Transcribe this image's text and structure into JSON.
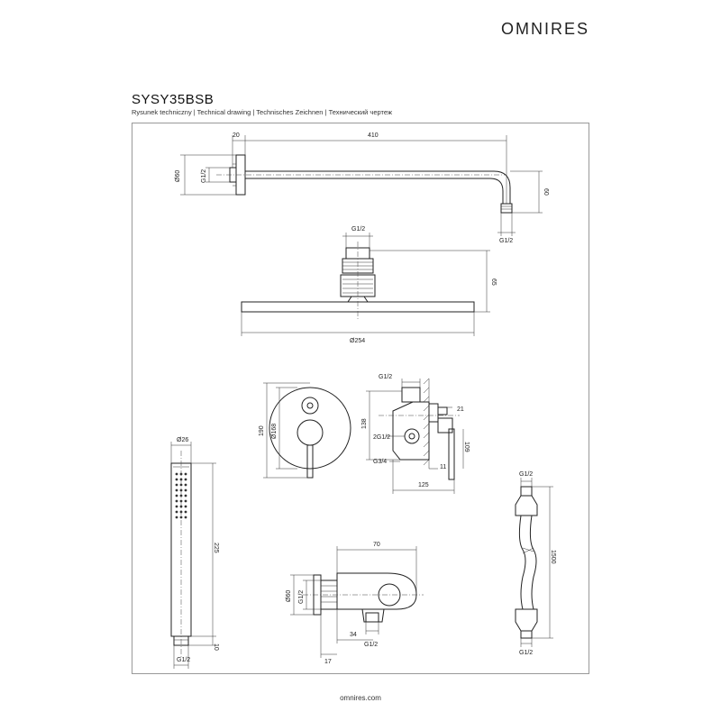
{
  "header": {
    "brand": "OMNIRES",
    "model": "SYSY35BSB",
    "subtitle": "Rysunek techniczny | Technical drawing | Technisches Zeichnen | Технический чертеж"
  },
  "footer": {
    "website": "omnires.com"
  },
  "drawing": {
    "shower_arm": {
      "d20": "20",
      "d410": "410",
      "d60_left": "Ø60",
      "g12_left": "G1/2",
      "d60_right": "60",
      "g12_right": "G1/2"
    },
    "shower_head": {
      "g12": "G1/2",
      "d65": "65",
      "d254": "Ø254"
    },
    "mixer_front": {
      "d190": "190",
      "d168": "Ø168"
    },
    "mixer_side": {
      "g12": "G1/2",
      "d138": "138",
      "d21": "21",
      "g12_2": "2G1/2",
      "d109": "109",
      "g34": "G3/4",
      "d11": "11",
      "d125": "125"
    },
    "hand_shower": {
      "d26": "Ø26",
      "d225": "225",
      "d10": "10",
      "g12": "G1/2"
    },
    "wall_outlet": {
      "d70": "70",
      "d60": "Ø60",
      "g12_left": "G1/2",
      "d34": "34",
      "g12_bottom": "G1/2",
      "d17": "17"
    },
    "hose": {
      "g12_top": "G1/2",
      "d1500": "1500",
      "g12_bottom": "G1/2"
    }
  }
}
